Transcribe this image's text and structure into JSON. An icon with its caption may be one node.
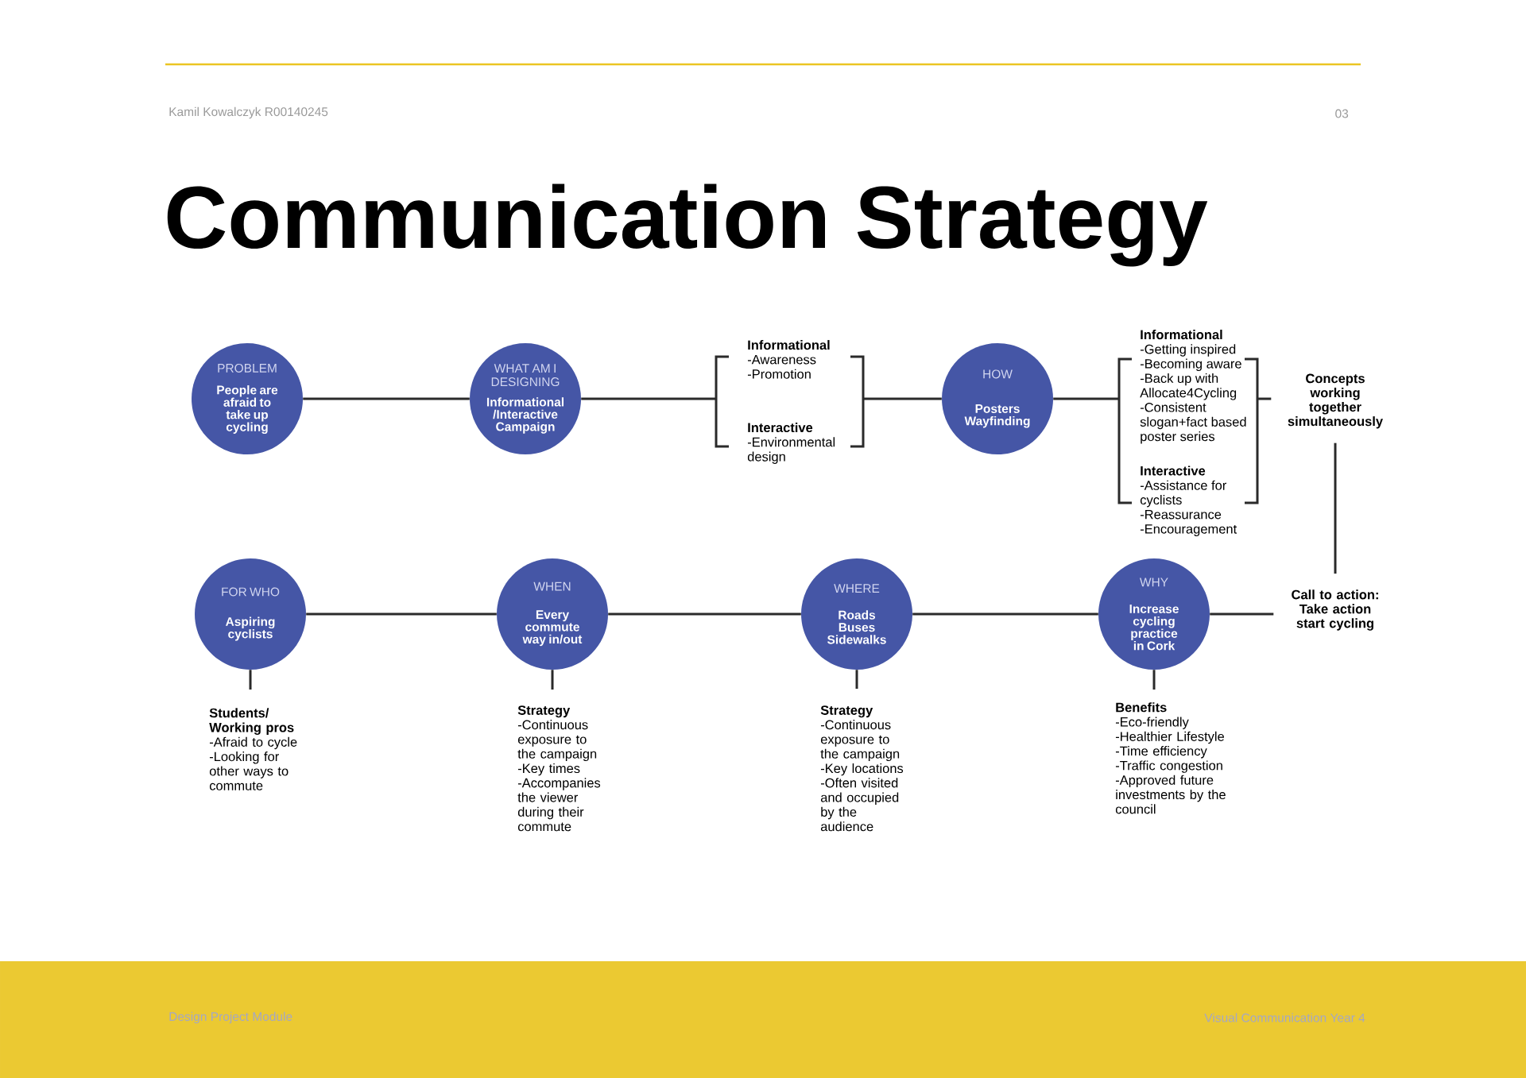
{
  "diagram": {
    "title": "Communication Strategy",
    "nodes": [
      {
        "text": [
          "PROBLEM",
          "People are afraid to take up cycling"
        ]
      },
      {
        "text": [
          "WHAT AM I DESIGNING",
          "Informational /Interactive Campaign"
        ]
      },
      {
        "text": [
          "Informational",
          "-Awareness",
          "-Promotion",
          "Interactive",
          "-Environmental design"
        ]
      },
      {
        "text": [
          "HOW",
          "Posters Wayfinding"
        ]
      },
      {
        "text": [
          "Informational",
          "-Getting inspired",
          "-Becoming aware",
          "-Back up with Allocate4Cycling",
          "-Consistent slogan+fact based poster series",
          "Interactive",
          "-Assistance for cyclists",
          "-Reassurance",
          "-Encouragement"
        ]
      },
      {
        "text": [
          "Concepts working together simultaneously"
        ]
      },
      {
        "text": [
          "FOR WHO",
          "Aspiring cyclists"
        ]
      },
      {
        "text": [
          "WHEN",
          "Every commute way in/out"
        ]
      },
      {
        "text": [
          "WHERE",
          "Roads Buses Sidewalks"
        ]
      },
      {
        "text": [
          "WHY",
          "Increase cycling practice in Cork"
        ]
      },
      {
        "text": [
          "Call to action: Take action start cycling"
        ]
      },
      {
        "text": [
          "Students/ Working pros",
          "-Afraid to cycle",
          "-Looking for other ways to commute"
        ]
      },
      {
        "text": [
          "Strategy",
          "-Continuous exposure to the campaign",
          "-Key times",
          "-Accompanies the viewer during their commute"
        ]
      },
      {
        "text": [
          "Strategy",
          "-Continuous exposure to the campaign",
          "-Key locations",
          "-Often visited and occupied by the audience"
        ]
      },
      {
        "text": [
          "Benefits",
          "-Eco-friendly",
          "-Healthier Lifestyle",
          "-Time efficiency",
          "-Traffic congestion",
          "-Approved future investments by the council"
        ]
      }
    ],
    "edges": [
      {
        "from": 0,
        "to": 1,
        "arrow": "none"
      },
      {
        "from": 1,
        "to": 2,
        "arrow": "none"
      },
      {
        "from": 2,
        "to": 3,
        "arrow": "none"
      },
      {
        "from": 3,
        "to": 4,
        "arrow": "none"
      },
      {
        "from": 4,
        "to": 5,
        "arrow": "none"
      },
      {
        "from": 5,
        "to": 10,
        "arrow": "none"
      },
      {
        "from": 6,
        "to": 7,
        "arrow": "none"
      },
      {
        "from": 7,
        "to": 8,
        "arrow": "none"
      },
      {
        "from": 8,
        "to": 9,
        "arrow": "none"
      },
      {
        "from": 9,
        "to": 10,
        "arrow": "none"
      },
      {
        "from": 6,
        "to": 11,
        "arrow": "none"
      },
      {
        "from": 7,
        "to": 12,
        "arrow": "none"
      },
      {
        "from": 8,
        "to": 13,
        "arrow": "none"
      },
      {
        "from": 9,
        "to": 14,
        "arrow": "none"
      }
    ],
    "labels": [
      "Kamil Kowalczyk R00140245",
      "03",
      "Design Project Module",
      "Visual Communication Year 4"
    ]
  }
}
